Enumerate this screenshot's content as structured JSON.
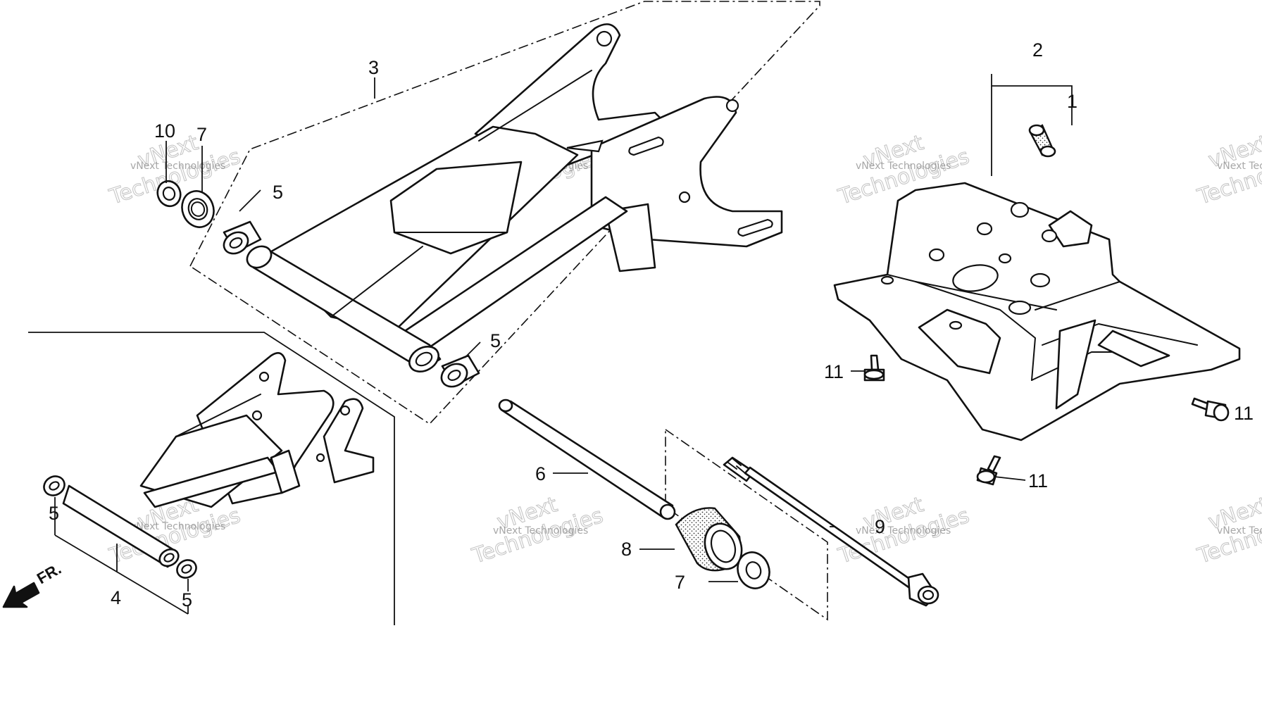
{
  "callouts": {
    "c1": "1",
    "c2": "2",
    "c3": "3",
    "c4": "4",
    "c5a": "5",
    "c5b": "5",
    "c5c": "5",
    "c5d": "5",
    "c6": "6",
    "c7a": "7",
    "c7b": "7",
    "c8": "8",
    "c9": "9",
    "c10": "10",
    "c11a": "11",
    "c11b": "11",
    "c11c": "11"
  },
  "direction": {
    "label": "FR."
  },
  "watermark": {
    "line1": "vNext",
    "line2": "Technologies",
    "small": "vNext Technologies"
  }
}
